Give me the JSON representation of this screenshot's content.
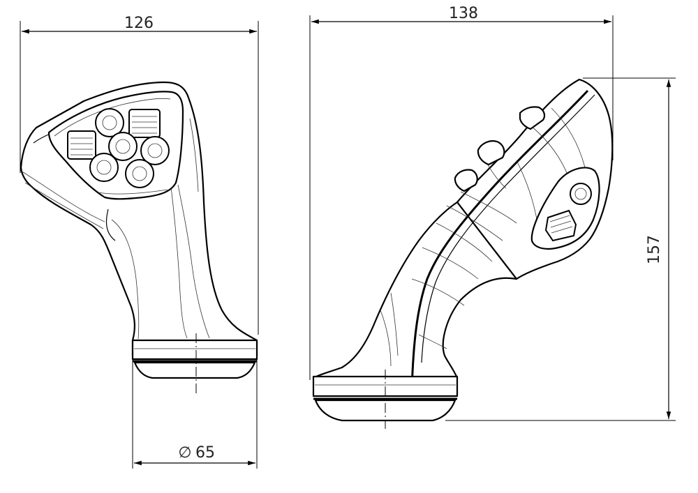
{
  "dimensions": {
    "front_width": "126",
    "base_diameter_symbol": "∅",
    "base_diameter_value": "65",
    "side_depth": "138",
    "side_height": "157"
  }
}
